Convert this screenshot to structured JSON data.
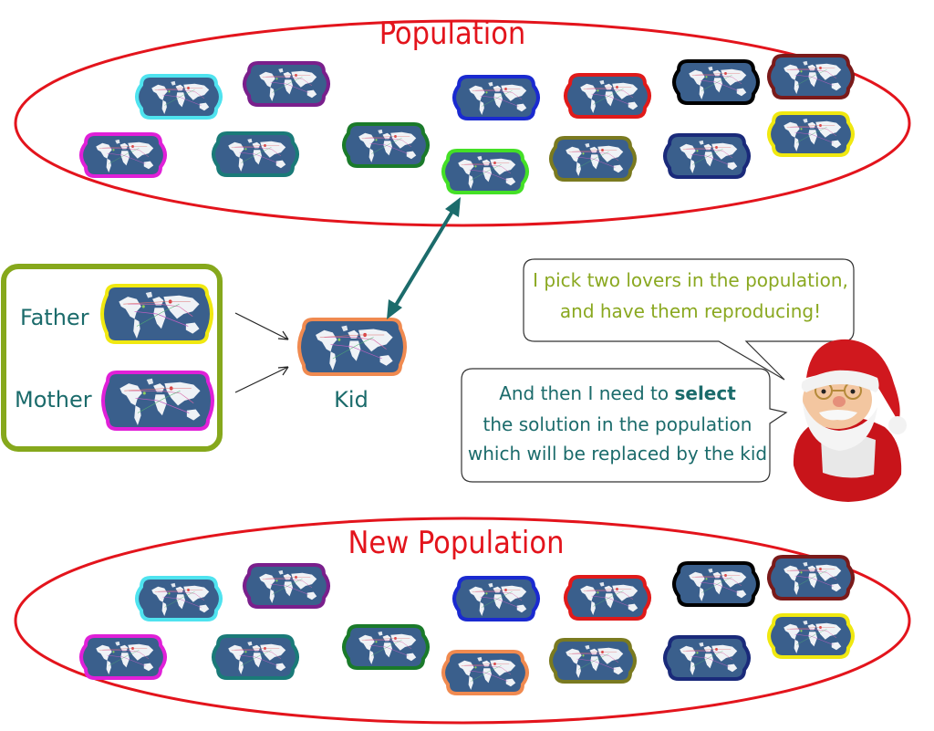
{
  "population": {
    "title": "Population",
    "members": [
      {
        "border": "#4fe3ef"
      },
      {
        "border": "#7a1f8c"
      },
      {
        "border": "#e020d8"
      },
      {
        "border": "#1a7a78"
      },
      {
        "border": "#1a7a2a"
      },
      {
        "border": "#1a2ad0"
      },
      {
        "border": "#44e026"
      },
      {
        "border": "#e01a1a"
      },
      {
        "border": "#7a7a20"
      },
      {
        "border": "#000000"
      },
      {
        "border": "#1a2a7a"
      },
      {
        "border": "#7a1a1a"
      },
      {
        "border": "#f0e810"
      }
    ]
  },
  "parents": {
    "father_label": "Father",
    "father_border": "#f0e810",
    "mother_label": "Mother",
    "mother_border": "#e020d8"
  },
  "kid": {
    "label": "Kid",
    "border": "#f08a50"
  },
  "bubbles": {
    "top_line1": "I pick two lovers in the population,",
    "top_line2": "and have them reproducing!",
    "bottom_line1_pre": "And then I need to ",
    "bottom_line1_bold": "select",
    "bottom_line2": "the solution in the population",
    "bottom_line3": "which will be replaced by the kid"
  },
  "new_population": {
    "title": "New Population",
    "members": [
      {
        "border": "#4fe3ef"
      },
      {
        "border": "#7a1f8c"
      },
      {
        "border": "#e020d8"
      },
      {
        "border": "#1a7a78"
      },
      {
        "border": "#1a7a2a"
      },
      {
        "border": "#1a2ad0"
      },
      {
        "border": "#f08a50"
      },
      {
        "border": "#e01a1a"
      },
      {
        "border": "#7a7a20"
      },
      {
        "border": "#000000"
      },
      {
        "border": "#1a2a7a"
      },
      {
        "border": "#7a1a1a"
      },
      {
        "border": "#f0e810"
      }
    ]
  },
  "colors": {
    "ellipse": "#e3141c",
    "parents_box": "#86a81c",
    "arrow": "#1b6b6b",
    "map_ocean": "#3a5f8c"
  },
  "icons": {
    "map": "world-map-icon",
    "character": "santa-icon"
  }
}
